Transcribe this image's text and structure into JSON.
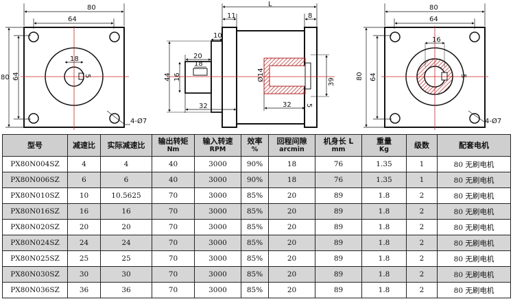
{
  "drawings": {
    "left_view": {
      "dim_width": "80",
      "dim_bolt_spacing": "64",
      "dim_height": "80",
      "dim_bolt_spacing_v": "64",
      "dim_shaft_dia": "18",
      "dim_key": "5",
      "hole_callout": "4-Ø7"
    },
    "side_view": {
      "dim_L": "L",
      "dim_11": "11",
      "dim_8": "8",
      "dim_10": "10",
      "dim_20": "20",
      "dim_18": "18",
      "dim_44": "44",
      "dim_16": "16",
      "dim_32_left": "32",
      "dim_dia14": "Ø14",
      "dim_39": "39",
      "dim_32_right": "32",
      "dim_5": "5"
    },
    "right_view": {
      "dim_width": "80",
      "dim_bolt_spacing": "64",
      "dim_height": "80",
      "dim_bolt_spacing_v": "64",
      "dim_bore": "16",
      "dim_key": "5",
      "hole_callout": "4-Ø7"
    }
  },
  "table": {
    "headers": [
      {
        "main": "型号",
        "sub": ""
      },
      {
        "main": "减速比",
        "sub": ""
      },
      {
        "main": "实际减速比",
        "sub": ""
      },
      {
        "main": "输出转矩",
        "sub": "Nm"
      },
      {
        "main": "输入转速",
        "sub": "RPM"
      },
      {
        "main": "效率",
        "sub": "%"
      },
      {
        "main": "回程间隙",
        "sub": "arcmin"
      },
      {
        "main": "机身长 L",
        "sub": "mm"
      },
      {
        "main": "重量",
        "sub": "Kg"
      },
      {
        "main": "级数",
        "sub": ""
      },
      {
        "main": "配套电机",
        "sub": ""
      }
    ],
    "rows": [
      [
        "PX80N004SZ",
        "4",
        "4",
        "40",
        "3000",
        "90%",
        "18",
        "76",
        "1.35",
        "1",
        "80 无刷电机"
      ],
      [
        "PX80N006SZ",
        "6",
        "6",
        "40",
        "3000",
        "90%",
        "18",
        "76",
        "1.35",
        "1",
        "80 无刷电机"
      ],
      [
        "PX80N010SZ",
        "10",
        "10.5625",
        "70",
        "3000",
        "85%",
        "20",
        "89",
        "1.8",
        "2",
        "80 无刷电机"
      ],
      [
        "PX80N016SZ",
        "16",
        "16",
        "70",
        "3000",
        "85%",
        "20",
        "89",
        "1.8",
        "2",
        "80 无刷电机"
      ],
      [
        "PX80N020SZ",
        "20",
        "20",
        "70",
        "3000",
        "85%",
        "20",
        "89",
        "1.8",
        "2",
        "80 无刷电机"
      ],
      [
        "PX80N024SZ",
        "24",
        "24",
        "70",
        "3000",
        "85%",
        "20",
        "89",
        "1.8",
        "2",
        "80 无刷电机"
      ],
      [
        "PX80N025SZ",
        "25",
        "25",
        "70",
        "3000",
        "85%",
        "20",
        "89",
        "1.8",
        "2",
        "80 无刷电机"
      ],
      [
        "PX80N030SZ",
        "30",
        "30",
        "70",
        "3000",
        "85%",
        "20",
        "89",
        "1.8",
        "2",
        "80 无刷电机"
      ],
      [
        "PX80N036SZ",
        "36",
        "36",
        "70",
        "3000",
        "85%",
        "20",
        "89",
        "1.8",
        "2",
        "80 无刷电机"
      ]
    ]
  }
}
